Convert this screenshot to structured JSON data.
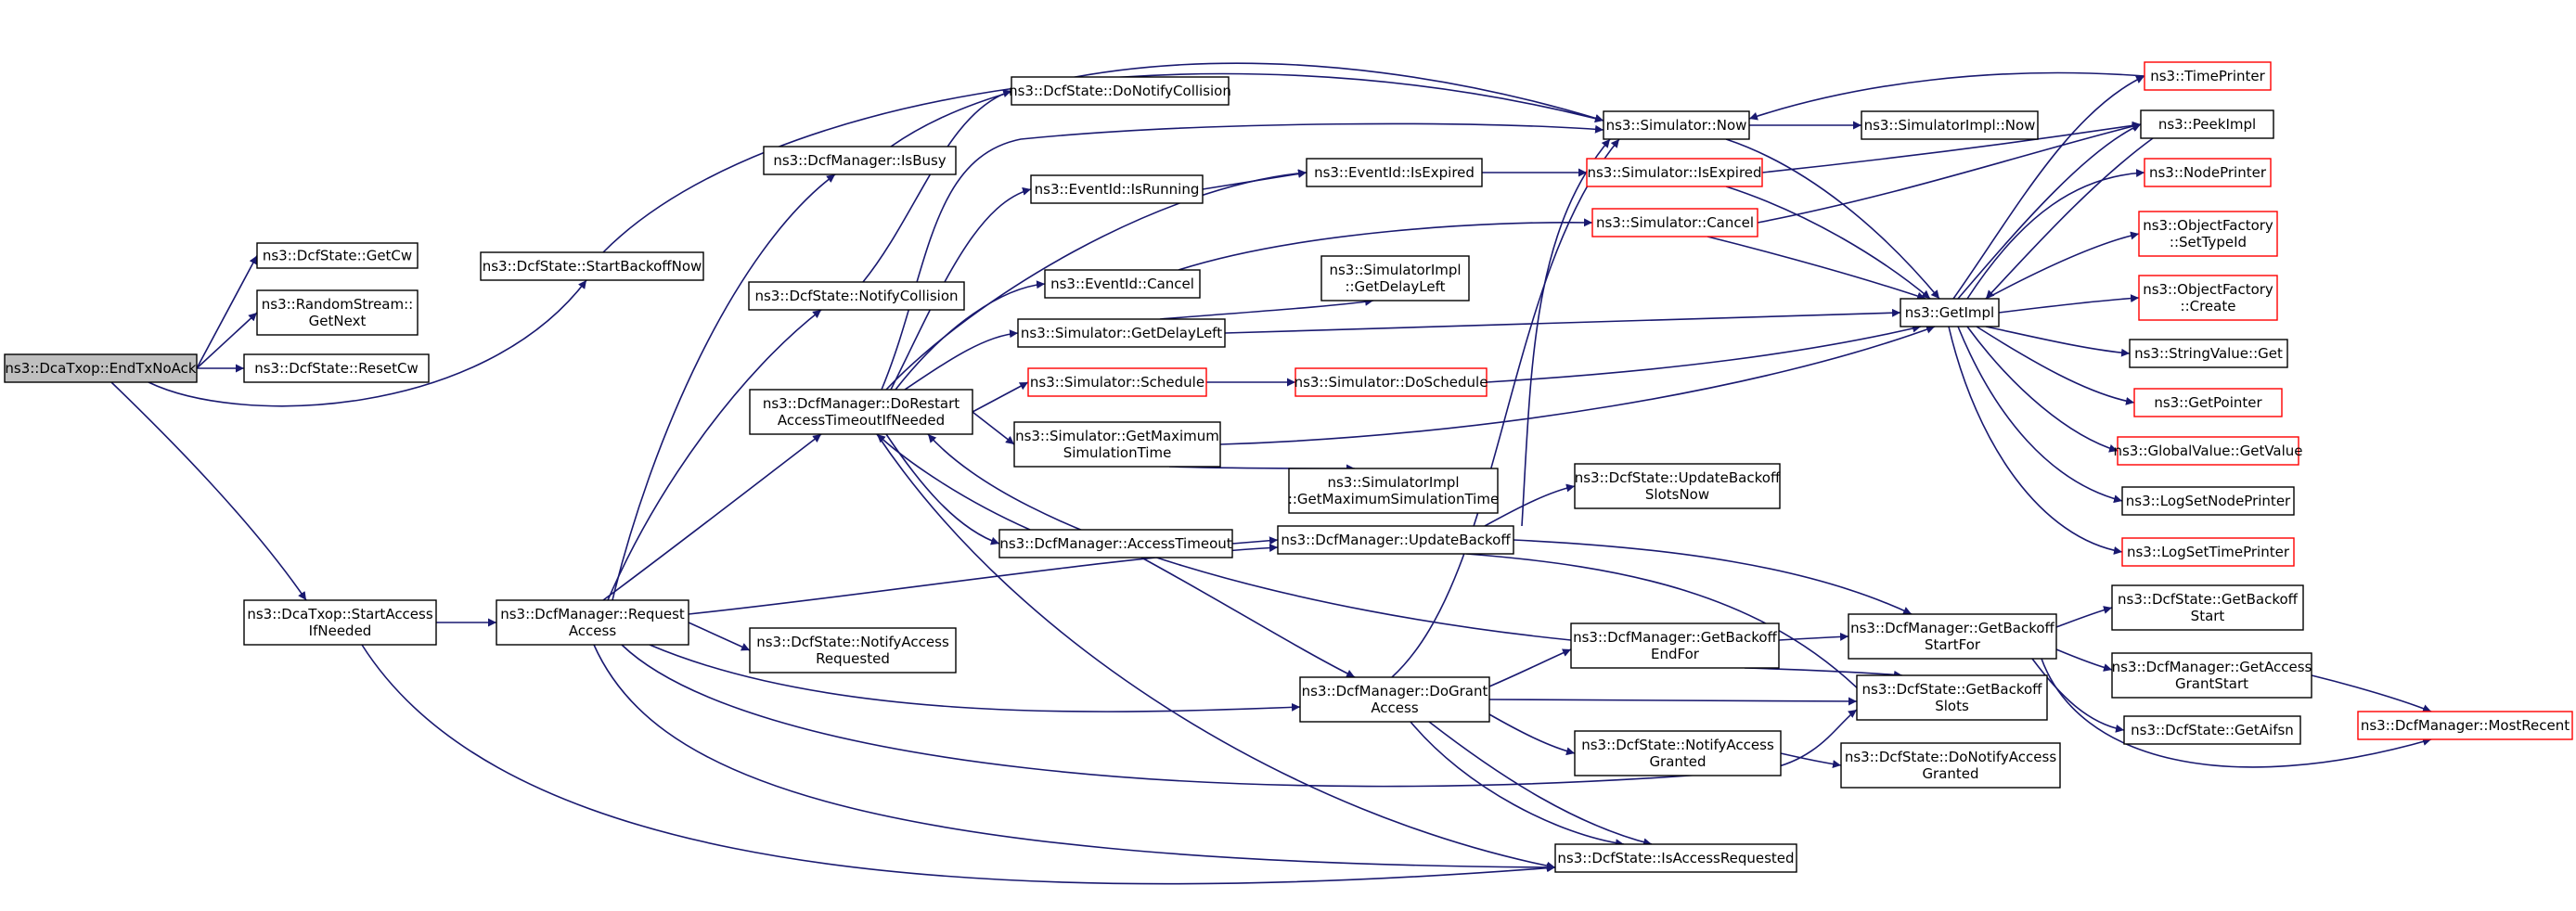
{
  "colors": {
    "edge": "#191970",
    "node_border": "#000000",
    "incomplete_border": "#ff0000",
    "root_fill": "#bfbfbf",
    "node_fill": "#ffffff"
  },
  "nodes": {
    "endtx": {
      "lines": [
        "ns3::DcaTxop::EndTxNoAck"
      ],
      "style": "root"
    },
    "getcw": {
      "lines": [
        "ns3::DcfState::GetCw"
      ],
      "style": "normal"
    },
    "rsgetnext": {
      "lines": [
        "ns3::RandomStream::",
        "GetNext"
      ],
      "style": "normal"
    },
    "resetcw": {
      "lines": [
        "ns3::DcfState::ResetCw"
      ],
      "style": "normal"
    },
    "startaccess": {
      "lines": [
        "ns3::DcaTxop::StartAccess",
        "IfNeeded"
      ],
      "style": "normal"
    },
    "startbackoff": {
      "lines": [
        "ns3::DcfState::StartBackoffNow"
      ],
      "style": "normal"
    },
    "request": {
      "lines": [
        "ns3::DcfManager::Request",
        "Access"
      ],
      "style": "normal"
    },
    "isbusy": {
      "lines": [
        "ns3::DcfManager::IsBusy"
      ],
      "style": "normal"
    },
    "notifycoll": {
      "lines": [
        "ns3::DcfState::NotifyCollision"
      ],
      "style": "normal"
    },
    "dorestart": {
      "lines": [
        "ns3::DcfManager::DoRestart",
        "AccessTimeoutIfNeeded"
      ],
      "style": "normal"
    },
    "notifyaccreq": {
      "lines": [
        "ns3::DcfState::NotifyAccess",
        "Requested"
      ],
      "style": "normal"
    },
    "donotifycoll": {
      "lines": [
        "ns3::DcfState::DoNotifyCollision"
      ],
      "style": "normal"
    },
    "isrunning": {
      "lines": [
        "ns3::EventId::IsRunning"
      ],
      "style": "normal"
    },
    "evcancel": {
      "lines": [
        "ns3::EventId::Cancel"
      ],
      "style": "normal"
    },
    "getdelayleft": {
      "lines": [
        "ns3::Simulator::GetDelayLeft"
      ],
      "style": "normal"
    },
    "schedule": {
      "lines": [
        "ns3::Simulator::Schedule"
      ],
      "style": "incomplete"
    },
    "getmaxsim": {
      "lines": [
        "ns3::Simulator::GetMaximum",
        "SimulationTime"
      ],
      "style": "normal"
    },
    "accesstimeout": {
      "lines": [
        "ns3::DcfManager::AccessTimeout"
      ],
      "style": "normal"
    },
    "dogrant": {
      "lines": [
        "ns3::DcfManager::DoGrant",
        "Access"
      ],
      "style": "normal"
    },
    "isexpired": {
      "lines": [
        "ns3::EventId::IsExpired"
      ],
      "style": "normal"
    },
    "implgetdelayleft": {
      "lines": [
        "ns3::SimulatorImpl",
        "::GetDelayLeft"
      ],
      "style": "normal"
    },
    "doschedule": {
      "lines": [
        "ns3::Simulator::DoSchedule"
      ],
      "style": "incomplete"
    },
    "implgetmax": {
      "lines": [
        "ns3::SimulatorImpl",
        "::GetMaximumSimulationTime"
      ],
      "style": "normal"
    },
    "updatebackoff": {
      "lines": [
        "ns3::DcfManager::UpdateBackoff"
      ],
      "style": "normal"
    },
    "now": {
      "lines": [
        "ns3::Simulator::Now"
      ],
      "style": "normal"
    },
    "simisexpired": {
      "lines": [
        "ns3::Simulator::IsExpired"
      ],
      "style": "incomplete"
    },
    "simcancel": {
      "lines": [
        "ns3::Simulator::Cancel"
      ],
      "style": "incomplete"
    },
    "updatebackoffslots": {
      "lines": [
        "ns3::DcfState::UpdateBackoff",
        "SlotsNow"
      ],
      "style": "normal"
    },
    "getbackoffendfor": {
      "lines": [
        "ns3::DcfManager::GetBackoff",
        "EndFor"
      ],
      "style": "normal"
    },
    "notifyaccgranted": {
      "lines": [
        "ns3::DcfState::NotifyAccess",
        "Granted"
      ],
      "style": "normal"
    },
    "isaccreq": {
      "lines": [
        "ns3::DcfState::IsAccessRequested"
      ],
      "style": "normal"
    },
    "implnow": {
      "lines": [
        "ns3::SimulatorImpl::Now"
      ],
      "style": "normal"
    },
    "getimpl": {
      "lines": [
        "ns3::GetImpl"
      ],
      "style": "normal"
    },
    "getbackoffstartfor": {
      "lines": [
        "ns3::DcfManager::GetBackoff",
        "StartFor"
      ],
      "style": "normal"
    },
    "getbackoffslots": {
      "lines": [
        "ns3::DcfState::GetBackoff",
        "Slots"
      ],
      "style": "normal"
    },
    "donotifyaccgranted": {
      "lines": [
        "ns3::DcfState::DoNotifyAccess",
        "Granted"
      ],
      "style": "normal"
    },
    "timeprinter": {
      "lines": [
        "ns3::TimePrinter"
      ],
      "style": "incomplete"
    },
    "peekimpl": {
      "lines": [
        "ns3::PeekImpl"
      ],
      "style": "normal"
    },
    "nodeprinter": {
      "lines": [
        "ns3::NodePrinter"
      ],
      "style": "incomplete"
    },
    "settypeid": {
      "lines": [
        "ns3::ObjectFactory",
        "::SetTypeId"
      ],
      "style": "incomplete"
    },
    "ofcreate": {
      "lines": [
        "ns3::ObjectFactory",
        "::Create"
      ],
      "style": "incomplete"
    },
    "strvalueget": {
      "lines": [
        "ns3::StringValue::Get"
      ],
      "style": "normal"
    },
    "getpointer": {
      "lines": [
        "ns3::GetPointer"
      ],
      "style": "incomplete"
    },
    "gvgetvalue": {
      "lines": [
        "ns3::GlobalValue::GetValue"
      ],
      "style": "incomplete"
    },
    "logsetnode": {
      "lines": [
        "ns3::LogSetNodePrinter"
      ],
      "style": "normal"
    },
    "logsettime": {
      "lines": [
        "ns3::LogSetTimePrinter"
      ],
      "style": "incomplete"
    },
    "getbackoffstart": {
      "lines": [
        "ns3::DcfState::GetBackoff",
        "Start"
      ],
      "style": "normal"
    },
    "getaccgrantstart": {
      "lines": [
        "ns3::DcfManager::GetAccess",
        "GrantStart"
      ],
      "style": "normal"
    },
    "getaifsn": {
      "lines": [
        "ns3::DcfState::GetAifsn"
      ],
      "style": "normal"
    },
    "mostrecent": {
      "lines": [
        "ns3::DcfManager::MostRecent"
      ],
      "style": "incomplete"
    }
  }
}
